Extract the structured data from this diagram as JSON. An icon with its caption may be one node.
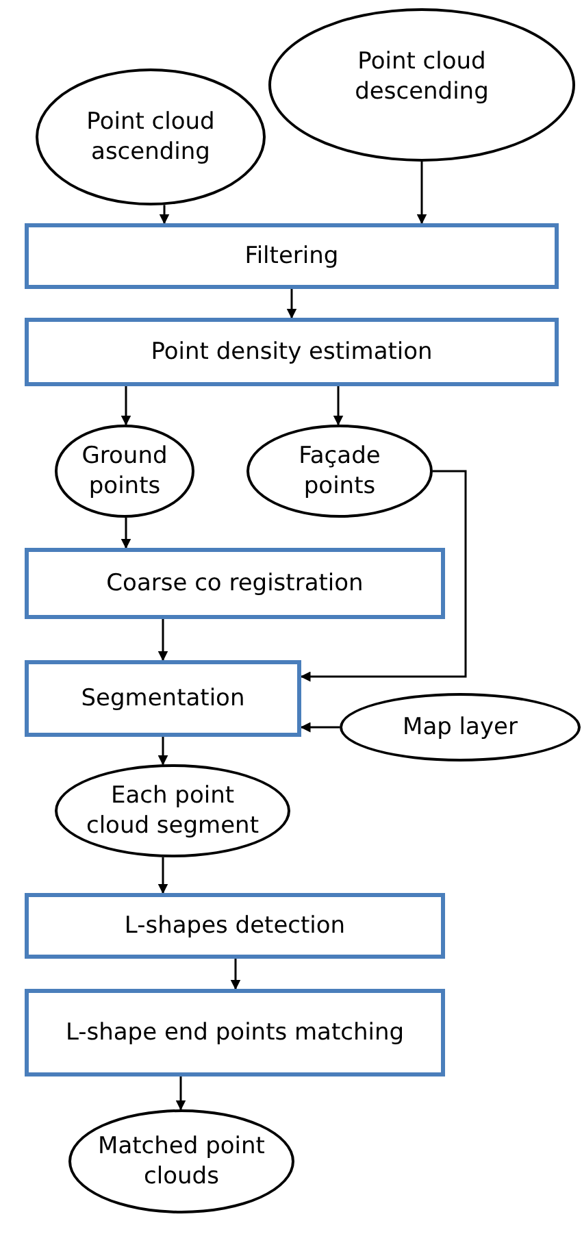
{
  "diagram": {
    "nodes": [
      {
        "text": [
          "Point cloud descending"
        ]
      },
      {
        "text": [
          "Point cloud ascending"
        ]
      },
      {
        "text": [
          "Filtering"
        ]
      },
      {
        "text": [
          "Point density estimation"
        ]
      },
      {
        "text": [
          "Ground points"
        ]
      },
      {
        "text": [
          "Façade points"
        ]
      },
      {
        "text": [
          "Coarse co registration"
        ]
      },
      {
        "text": [
          "Segmentation"
        ]
      },
      {
        "text": [
          "Map layer"
        ]
      },
      {
        "text": [
          "Each point cloud segment"
        ]
      },
      {
        "text": [
          "L-shapes detection"
        ]
      },
      {
        "text": [
          "L-shape end points matching"
        ]
      },
      {
        "text": [
          "Matched point clouds"
        ]
      }
    ],
    "edges": [
      {
        "from": 1,
        "to": 2,
        "arrow": "to"
      },
      {
        "from": 0,
        "to": 2,
        "arrow": "to"
      },
      {
        "from": 2,
        "to": 3,
        "arrow": "to"
      },
      {
        "from": 3,
        "to": 4,
        "arrow": "to"
      },
      {
        "from": 3,
        "to": 5,
        "arrow": "to"
      },
      {
        "from": 4,
        "to": 6,
        "arrow": "to"
      },
      {
        "from": 6,
        "to": 7,
        "arrow": "to"
      },
      {
        "from": 5,
        "to": 7,
        "arrow": "to"
      },
      {
        "from": 8,
        "to": 7,
        "arrow": "to"
      },
      {
        "from": 7,
        "to": 9,
        "arrow": "to"
      },
      {
        "from": 9,
        "to": 10,
        "arrow": "to"
      },
      {
        "from": 10,
        "to": 11,
        "arrow": "to"
      },
      {
        "from": 11,
        "to": 12,
        "arrow": "to"
      }
    ]
  }
}
